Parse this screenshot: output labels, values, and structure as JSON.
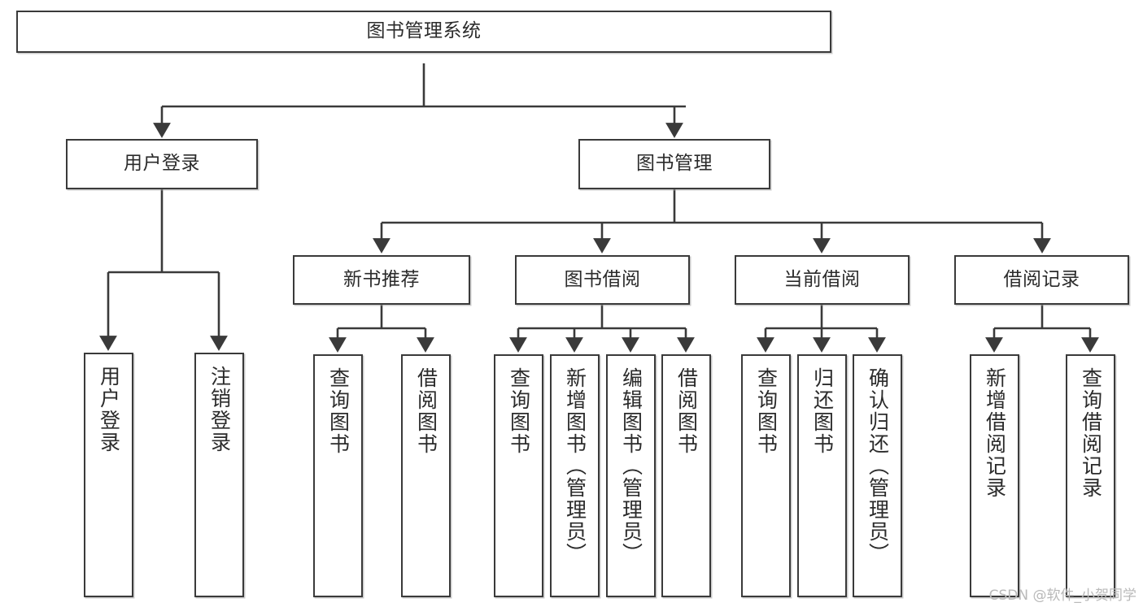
{
  "diagram": {
    "type": "tree-hierarchy-chart",
    "title": "图书管理系统",
    "orientation": "top-down",
    "line_color": "#3a3a3a",
    "box_fill": "#ffffff",
    "box_border": "#3a3a3a",
    "text_color": "#2b2b2b",
    "levels": [
      {
        "level": 1,
        "nodes": [
          {
            "id": "root",
            "label": "图书管理系统",
            "orientation": "horizontal"
          }
        ]
      },
      {
        "level": 2,
        "nodes": [
          {
            "id": "user-login",
            "label": "用户登录",
            "orientation": "horizontal",
            "parent": "root"
          },
          {
            "id": "book-manage",
            "label": "图书管理",
            "orientation": "horizontal",
            "parent": "root"
          }
        ]
      },
      {
        "level": 3,
        "nodes": [
          {
            "id": "new-book-rec",
            "label": "新书推荐",
            "orientation": "horizontal",
            "parent": "book-manage"
          },
          {
            "id": "book-borrow",
            "label": "图书借阅",
            "orientation": "horizontal",
            "parent": "book-manage"
          },
          {
            "id": "current-borrow",
            "label": "当前借阅",
            "orientation": "horizontal",
            "parent": "book-manage"
          },
          {
            "id": "borrow-record",
            "label": "借阅记录",
            "orientation": "horizontal",
            "parent": "book-manage"
          }
        ]
      },
      {
        "level": 4,
        "nodes": [
          {
            "id": "leaf-user-login",
            "label": "用户登录",
            "orientation": "vertical",
            "parent": "user-login"
          },
          {
            "id": "leaf-logout",
            "label": "注销登录",
            "orientation": "vertical",
            "parent": "user-login"
          },
          {
            "id": "leaf-query-book-1",
            "label": "查询图书",
            "orientation": "vertical",
            "parent": "new-book-rec"
          },
          {
            "id": "leaf-borrow-book-1",
            "label": "借阅图书",
            "orientation": "vertical",
            "parent": "new-book-rec"
          },
          {
            "id": "leaf-query-book-2",
            "label": "查询图书",
            "orientation": "vertical",
            "parent": "book-borrow"
          },
          {
            "id": "leaf-add-book",
            "label": "新增图书（管理员）",
            "orientation": "vertical",
            "parent": "book-borrow"
          },
          {
            "id": "leaf-edit-book",
            "label": "编辑图书（管理员）",
            "orientation": "vertical",
            "parent": "book-borrow"
          },
          {
            "id": "leaf-borrow-book-2",
            "label": "借阅图书",
            "orientation": "vertical",
            "parent": "book-borrow"
          },
          {
            "id": "leaf-query-book-3",
            "label": "查询图书",
            "orientation": "vertical",
            "parent": "current-borrow"
          },
          {
            "id": "leaf-return-book",
            "label": "归还图书",
            "orientation": "vertical",
            "parent": "current-borrow"
          },
          {
            "id": "leaf-confirm-return",
            "label": "确认归还（管理员）",
            "orientation": "vertical",
            "parent": "current-borrow"
          },
          {
            "id": "leaf-add-record",
            "label": "新增借阅记录",
            "orientation": "vertical",
            "parent": "borrow-record"
          },
          {
            "id": "leaf-query-record",
            "label": "查询借阅记录",
            "orientation": "vertical",
            "parent": "borrow-record"
          }
        ]
      }
    ]
  },
  "watermark": {
    "text": "CSDN @软件_小贺同学",
    "color": "#b9b9b9"
  }
}
